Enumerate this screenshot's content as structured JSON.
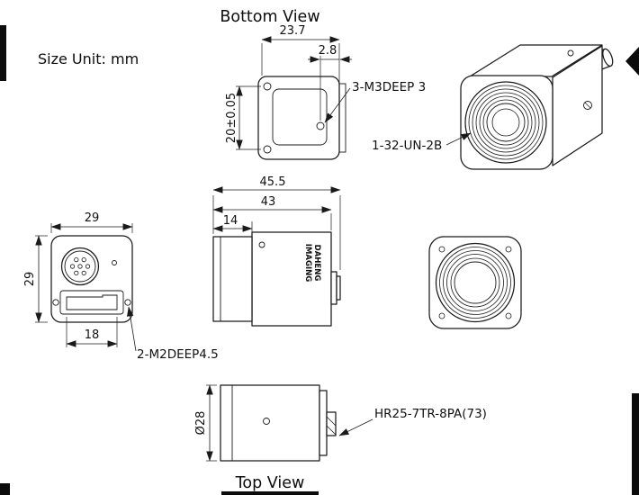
{
  "header": {
    "title": "Bottom View",
    "size_unit": "Size Unit: mm"
  },
  "footer": {
    "title": "Top View"
  },
  "colors": {
    "ink": "#1a1a1a",
    "background": "#ffffff"
  },
  "bottom_view": {
    "dim_width": "23.7",
    "dim_hole_offset": "2.8",
    "dim_hole_spacing": "20±0.05",
    "label_screws": "3-M3DEEP 3"
  },
  "perspective_view": {
    "label_thread": "1-32-UN-2B"
  },
  "rear_view": {
    "dim_width": "29",
    "dim_height": "29",
    "dim_port": "18",
    "label_screws": "2-M2DEEP4.5"
  },
  "side_view": {
    "dim_total": "45.5",
    "dim_body": "43",
    "dim_front": "14",
    "logo_line1": "DAHENG",
    "logo_line2": "IMAGING"
  },
  "top_view": {
    "dim_diameter": "Ø28",
    "label_connector": "HR25-7TR-8PA(73)"
  }
}
